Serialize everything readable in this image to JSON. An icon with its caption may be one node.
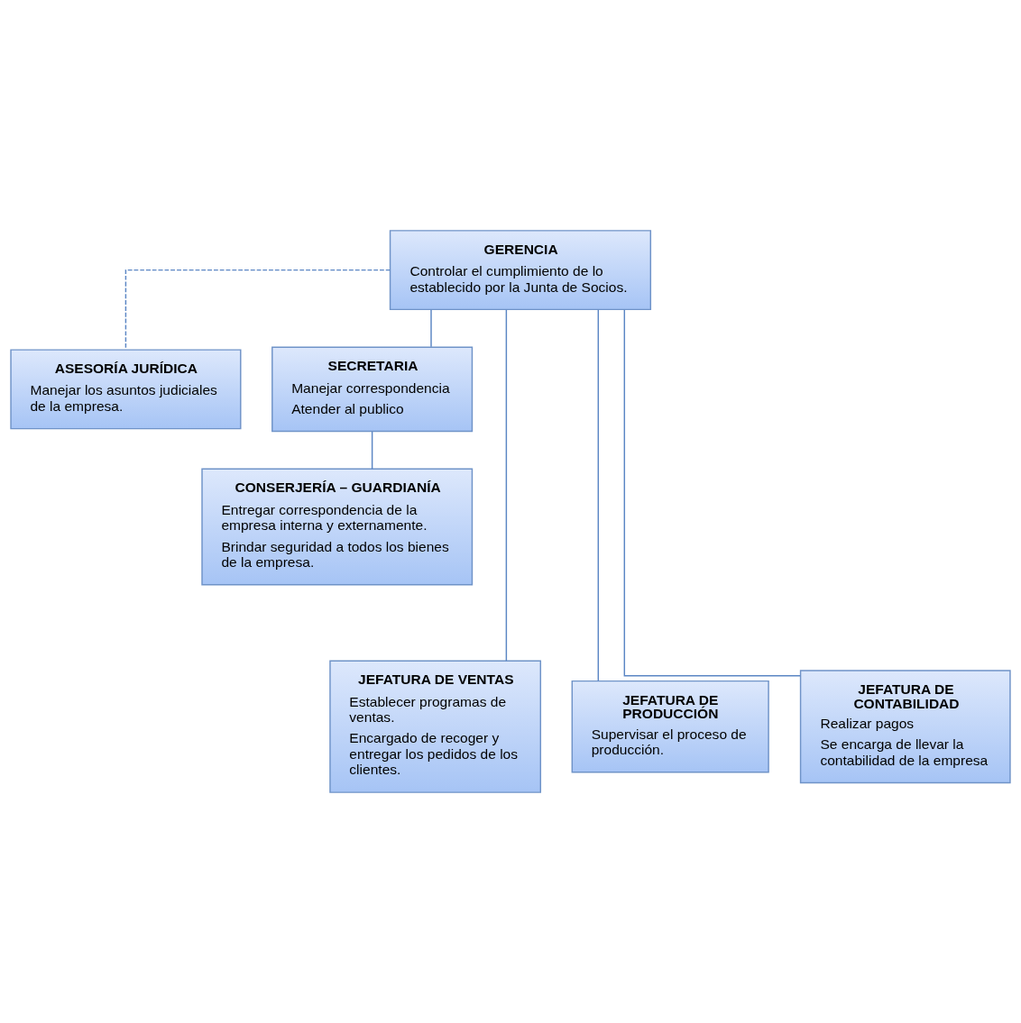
{
  "diagram": {
    "nodes": [
      {
        "text": [
          "GERENCIA",
          "Controlar el cumplimiento de lo establecido por la Junta de Socios."
        ]
      },
      {
        "text": [
          "ASESORÍA JURÍDICA",
          "Manejar los asuntos judiciales de la empresa."
        ]
      },
      {
        "text": [
          "SECRETARIA",
          "Manejar correspondencia",
          "Atender al publico"
        ]
      },
      {
        "text": [
          "CONSERJERÍA – GUARDIANÍA",
          "Entregar correspondencia de la empresa interna y externamente.",
          "Brindar seguridad a todos los bienes de la empresa."
        ]
      },
      {
        "text": [
          "JEFATURA DE VENTAS",
          "Establecer programas de ventas.",
          "Encargado de recoger y entregar los pedidos de los clientes."
        ]
      },
      {
        "text": [
          "JEFATURA DE PRODUCCIÓN",
          "Supervisar el proceso de producción."
        ]
      },
      {
        "text": [
          "JEFATURA DE CONTABILIDAD",
          "Realizar pagos",
          "Se encarga de llevar la contabilidad de la empresa"
        ]
      }
    ],
    "edges": [
      {
        "from": 0,
        "to": 1,
        "arrow": "none",
        "style": "dashed"
      },
      {
        "from": 0,
        "to": 2,
        "arrow": "none"
      },
      {
        "from": 2,
        "to": 3,
        "arrow": "none"
      },
      {
        "from": 0,
        "to": 4,
        "arrow": "none"
      },
      {
        "from": 0,
        "to": 5,
        "arrow": "none"
      },
      {
        "from": 0,
        "to": 6,
        "arrow": "none"
      }
    ]
  }
}
